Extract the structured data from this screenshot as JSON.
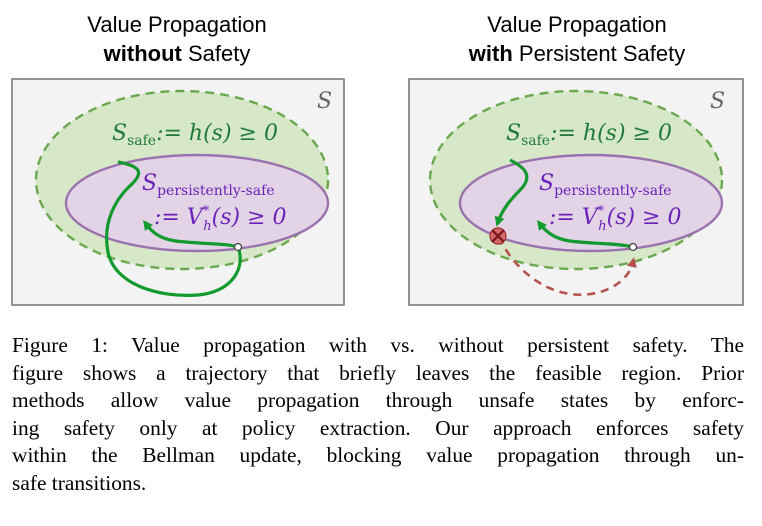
{
  "panels": [
    {
      "title_line1": "Value Propagation",
      "title_bold": "without",
      "title_rest": " Safety",
      "outer_label": "S",
      "safe_label_main": "S",
      "safe_label_sub": "safe",
      "safe_label_rhs": ":= h(s) ≥ 0",
      "ps_label_main": "S",
      "ps_label_sub": "persistently-safe",
      "ps_def_prefix": ":= V",
      "ps_def_sub": "h",
      "ps_def_sup": "*",
      "ps_def_rest": "(s) ≥ 0"
    },
    {
      "title_line1": "Value Propagation",
      "title_bold": "with",
      "title_rest": " Persistent Safety",
      "outer_label": "S",
      "safe_label_main": "S",
      "safe_label_sub": "safe",
      "safe_label_rhs": ":= h(s) ≥ 0",
      "ps_label_main": "S",
      "ps_label_sub": "persistently-safe",
      "ps_def_prefix": ":= V",
      "ps_def_sub": "h",
      "ps_def_sup": "*",
      "ps_def_rest": "(s) ≥ 0"
    }
  ],
  "caption_lines": [
    "Figure 1: Value propagation with vs. without persistent safety. The",
    "figure shows a trajectory that briefly leaves the feasible region. Prior",
    "methods allow value propagation through unsafe states by enforc-",
    "ing safety only at policy extraction. Our approach enforces safety",
    "within the Bellman update, blocking value propagation through un-",
    "safe transitions."
  ],
  "colors": {
    "outer_fill": "#f3f3f3",
    "outer_stroke": "#7a7a7a",
    "safe_fill": "#d7e8c8",
    "safe_stroke": "#6aa84f",
    "ps_fill": "#e3d3e6",
    "ps_stroke": "#9a72ad",
    "safe_text": "#1f7a3a",
    "ps_text": "#6a22b8",
    "trajectory": "#139a2e",
    "blocked": "#b5524c"
  }
}
